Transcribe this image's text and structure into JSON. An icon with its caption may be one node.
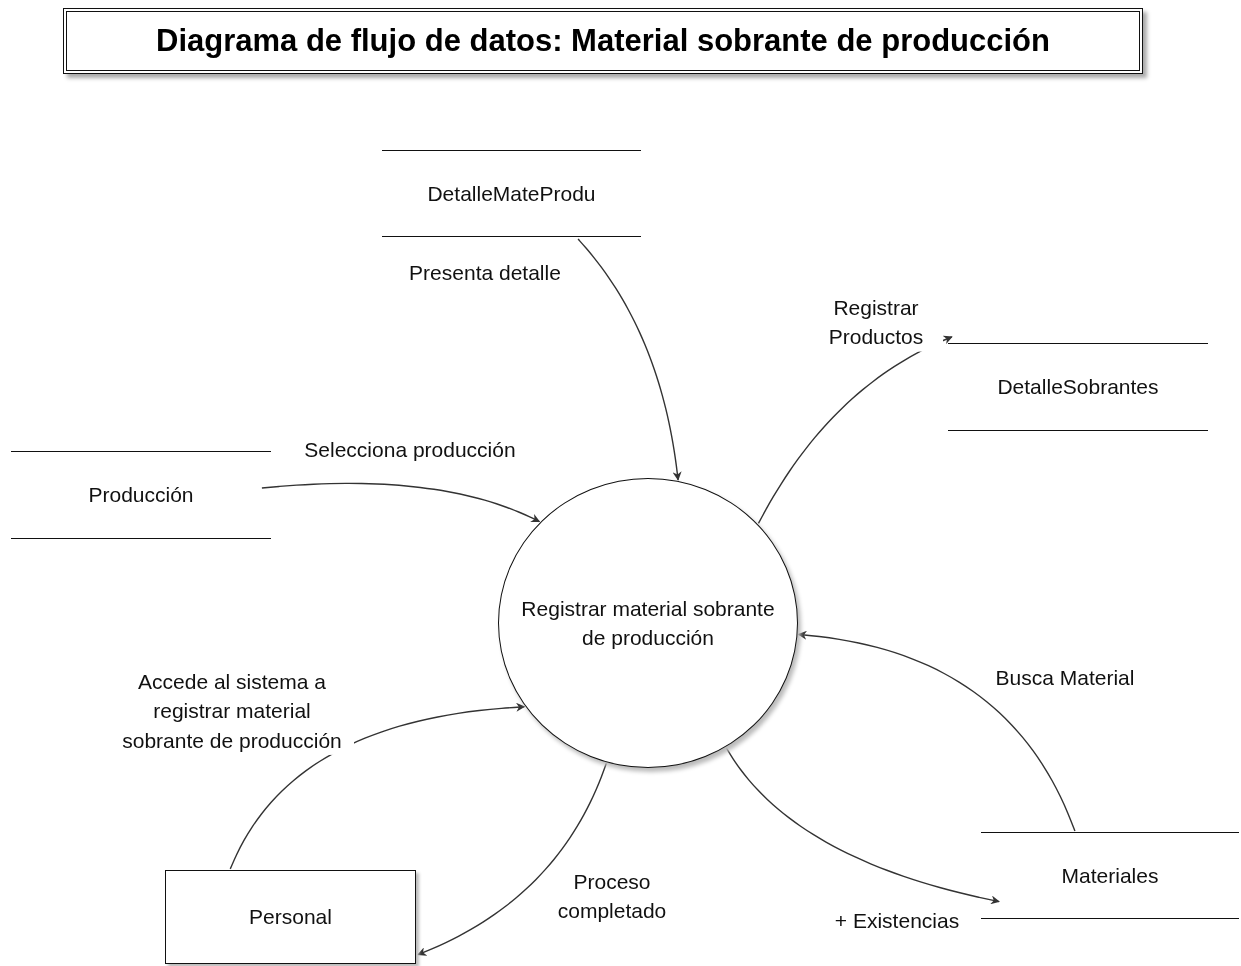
{
  "diagram": {
    "title": "Diagrama de flujo de datos: Material sobrante de producción",
    "nodes": [
      {
        "text": [
          "DetalleMateProdu"
        ]
      },
      {
        "text": [
          "DetalleSobrantes"
        ]
      },
      {
        "text": [
          "Producción"
        ]
      },
      {
        "text": [
          "Registrar material sobrante de producción"
        ]
      },
      {
        "text": [
          "Personal"
        ]
      },
      {
        "text": [
          "Materiales"
        ]
      }
    ],
    "edges": [
      {
        "from": 0,
        "to": 3,
        "arrow": "to",
        "label": "Presenta detalle"
      },
      {
        "from": 3,
        "to": 1,
        "arrow": "to",
        "label": "Registrar Productos"
      },
      {
        "from": 2,
        "to": 3,
        "arrow": "to",
        "label": "Selecciona producción"
      },
      {
        "from": 5,
        "to": 3,
        "arrow": "to",
        "label": "Busca Material"
      },
      {
        "from": 4,
        "to": 3,
        "arrow": "to",
        "label": "Accede al sistema a registrar material sobrante de producción"
      },
      {
        "from": 3,
        "to": 4,
        "arrow": "to",
        "label": "Proceso completado"
      },
      {
        "from": 3,
        "to": 5,
        "arrow": "to",
        "label": "+ Existencias"
      }
    ]
  }
}
